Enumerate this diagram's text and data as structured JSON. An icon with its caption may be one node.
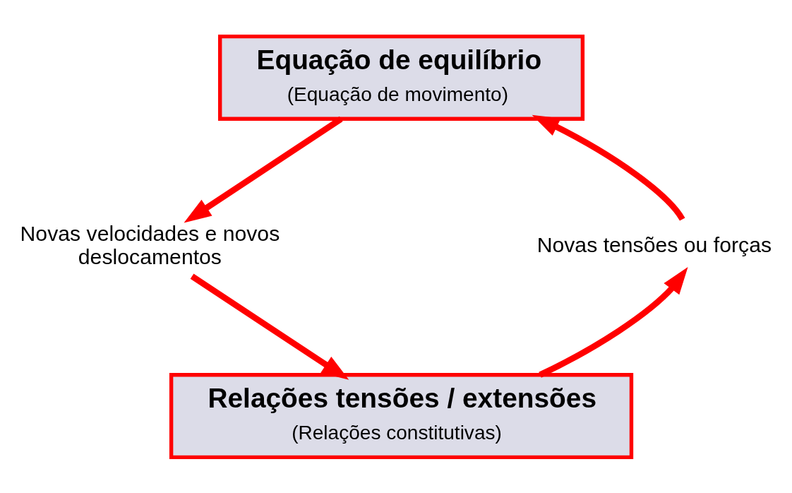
{
  "diagram": {
    "nodes": [
      {
        "text": [
          "Equação de equilíbrio",
          "(Equação de movimento)"
        ]
      },
      {
        "text": [
          "Novas velocidades e novos deslocamentos"
        ]
      },
      {
        "text": [
          "Relações tensões / extensões",
          "(Relações constitutivas)"
        ]
      },
      {
        "text": [
          "Novas tensões ou forças"
        ]
      }
    ],
    "edges": [
      {
        "from": 0,
        "to": 1,
        "arrow": "to"
      },
      {
        "from": 1,
        "to": 2,
        "arrow": "to"
      },
      {
        "from": 2,
        "to": 3,
        "arrow": "to"
      },
      {
        "from": 3,
        "to": 0,
        "arrow": "to"
      }
    ]
  }
}
